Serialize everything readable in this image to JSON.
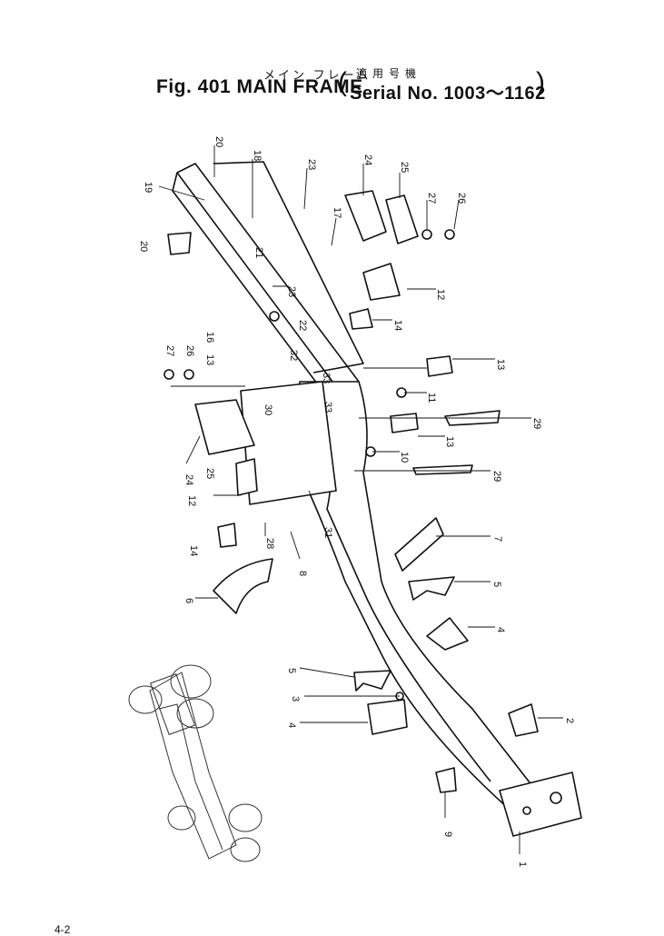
{
  "title": {
    "japanese": "メイン フレーム",
    "japanese_serial": "適用号機",
    "figure": "Fig. 401 MAIN FRAME",
    "paren_open": "(",
    "serial": "Serial No. 1003～1162",
    "paren_close": ")"
  },
  "page_number": "4-2",
  "part_labels": [
    {
      "id": "p20a",
      "text": "20"
    },
    {
      "id": "p18",
      "text": "18"
    },
    {
      "id": "p23a",
      "text": "23"
    },
    {
      "id": "p24a",
      "text": "24"
    },
    {
      "id": "p25a",
      "text": "25"
    },
    {
      "id": "p27a",
      "text": "27"
    },
    {
      "id": "p26a",
      "text": "26"
    },
    {
      "id": "p19",
      "text": "19"
    },
    {
      "id": "p17",
      "text": "17"
    },
    {
      "id": "p20b",
      "text": "20"
    },
    {
      "id": "p21",
      "text": "21"
    },
    {
      "id": "p12a",
      "text": "12"
    },
    {
      "id": "p23b",
      "text": "23"
    },
    {
      "id": "p22",
      "text": "22"
    },
    {
      "id": "p14a",
      "text": "14"
    },
    {
      "id": "p27b",
      "text": "27"
    },
    {
      "id": "p26b",
      "text": "26"
    },
    {
      "id": "p16",
      "text": "16"
    },
    {
      "id": "p13a",
      "text": "13"
    },
    {
      "id": "p32",
      "text": "32"
    },
    {
      "id": "p33a",
      "text": "33"
    },
    {
      "id": "p13b",
      "text": "13"
    },
    {
      "id": "p30",
      "text": "30"
    },
    {
      "id": "p33b",
      "text": "33"
    },
    {
      "id": "p11",
      "text": "11"
    },
    {
      "id": "p29a",
      "text": "29"
    },
    {
      "id": "p13c",
      "text": "13"
    },
    {
      "id": "p10",
      "text": "10"
    },
    {
      "id": "p24b",
      "text": "24"
    },
    {
      "id": "p25b",
      "text": "25"
    },
    {
      "id": "p29b",
      "text": "29"
    },
    {
      "id": "p12b",
      "text": "12"
    },
    {
      "id": "p31",
      "text": "31"
    },
    {
      "id": "p28",
      "text": "28"
    },
    {
      "id": "p14b",
      "text": "14"
    },
    {
      "id": "p7",
      "text": "7"
    },
    {
      "id": "p8",
      "text": "8"
    },
    {
      "id": "p5a",
      "text": "5"
    },
    {
      "id": "p6",
      "text": "6"
    },
    {
      "id": "p4a",
      "text": "4"
    },
    {
      "id": "p5b",
      "text": "5"
    },
    {
      "id": "p3",
      "text": "3"
    },
    {
      "id": "p4b",
      "text": "4"
    },
    {
      "id": "p2",
      "text": "2"
    },
    {
      "id": "p9",
      "text": "9"
    },
    {
      "id": "p1",
      "text": "1"
    }
  ],
  "colors": {
    "ink": "#111111",
    "paper": "#ffffff"
  }
}
